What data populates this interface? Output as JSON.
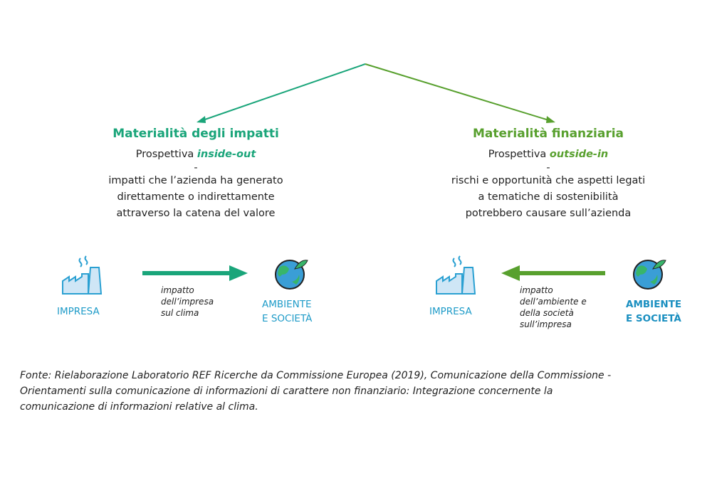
{
  "colors": {
    "impact": "#1aa57a",
    "financial": "#58a02e",
    "blue": "#2aa0d2"
  },
  "left": {
    "title": "Materialità degli impatti",
    "perspective_prefix": "Prospettiva ",
    "perspective_term": "inside-out",
    "dash": "-",
    "lines": [
      "impatti che l’azienda ha generato",
      "direttamente o indirettamente",
      "attraverso la catena del valore"
    ],
    "from_label": "IMPRESA",
    "to_label_1": "AMBIENTE",
    "to_label_2": "E SOCIETÀ",
    "arrow_label": [
      "impatto",
      "dell’impresa",
      "sul clima"
    ]
  },
  "right": {
    "title": "Materialità finanziaria",
    "perspective_prefix": "Prospettiva ",
    "perspective_term": "outside-in",
    "dash": "-",
    "lines": [
      "rischi e opportunità che aspetti legati",
      "a tematiche di sostenibilità",
      "potrebbero causare sull’azienda"
    ],
    "from_label_1": "AMBIENTE",
    "from_label_2": "E SOCIETÀ",
    "to_label": "IMPRESA",
    "arrow_label": [
      "impatto",
      "dell’ambiente e",
      "della società",
      "sull’impresa"
    ]
  },
  "source": [
    "Fonte: Rielaborazione Laboratorio REF Ricerche da Commissione Europea (2019), Comunicazione della Commissione -",
    "Orientamenti sulla comunicazione di informazioni di carattere non finanziario: Integrazione concernente la",
    "comunicazione di informazioni relative al clima."
  ]
}
